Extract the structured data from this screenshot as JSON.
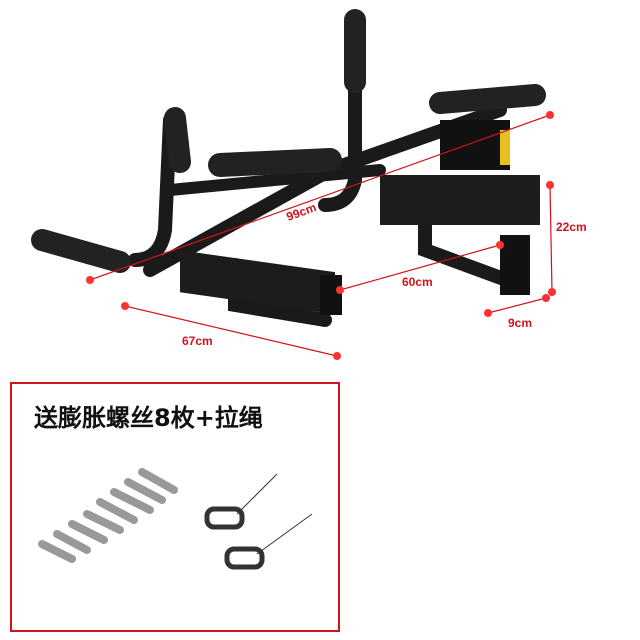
{
  "dimensions": {
    "length_diagonal": "99cm",
    "depth": "60cm",
    "height": "22cm",
    "width": "9cm",
    "front_length": "67cm"
  },
  "accessories": {
    "title": "送膨胀螺丝8枚+拉绳"
  },
  "colors": {
    "accent": "#d0141a",
    "frame": "#1a1a1a",
    "pad": "#e8c020"
  }
}
